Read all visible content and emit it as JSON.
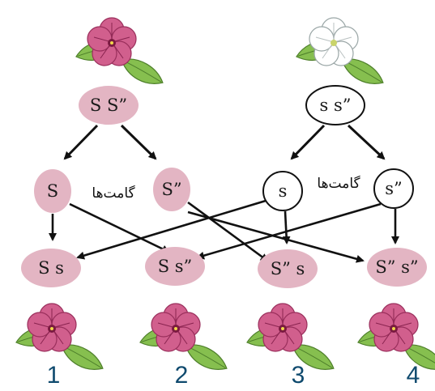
{
  "parents": {
    "left": {
      "genotype": "S S”",
      "flower_color": "#c9527f"
    },
    "right": {
      "genotype": "s s”",
      "flower_color": "#ffffff"
    }
  },
  "gametes_label_left": "گامت‌ها",
  "gametes_label_right": "گامت‌ها",
  "gametes": {
    "g1": "S",
    "g2": "S”",
    "g3": "s",
    "g4": "s”"
  },
  "offspring": [
    {
      "genotype": "S s",
      "number": "1"
    },
    {
      "genotype": "S s”",
      "number": "2"
    },
    {
      "genotype": "S” s",
      "number": "3"
    },
    {
      "genotype": "S” s”",
      "number": "4"
    }
  ],
  "colors": {
    "pink_fill": "#e3b5c3",
    "number_color": "#0f4a6e",
    "leaf_color": "#7fb34a",
    "flower_pink": "#c9527f"
  }
}
